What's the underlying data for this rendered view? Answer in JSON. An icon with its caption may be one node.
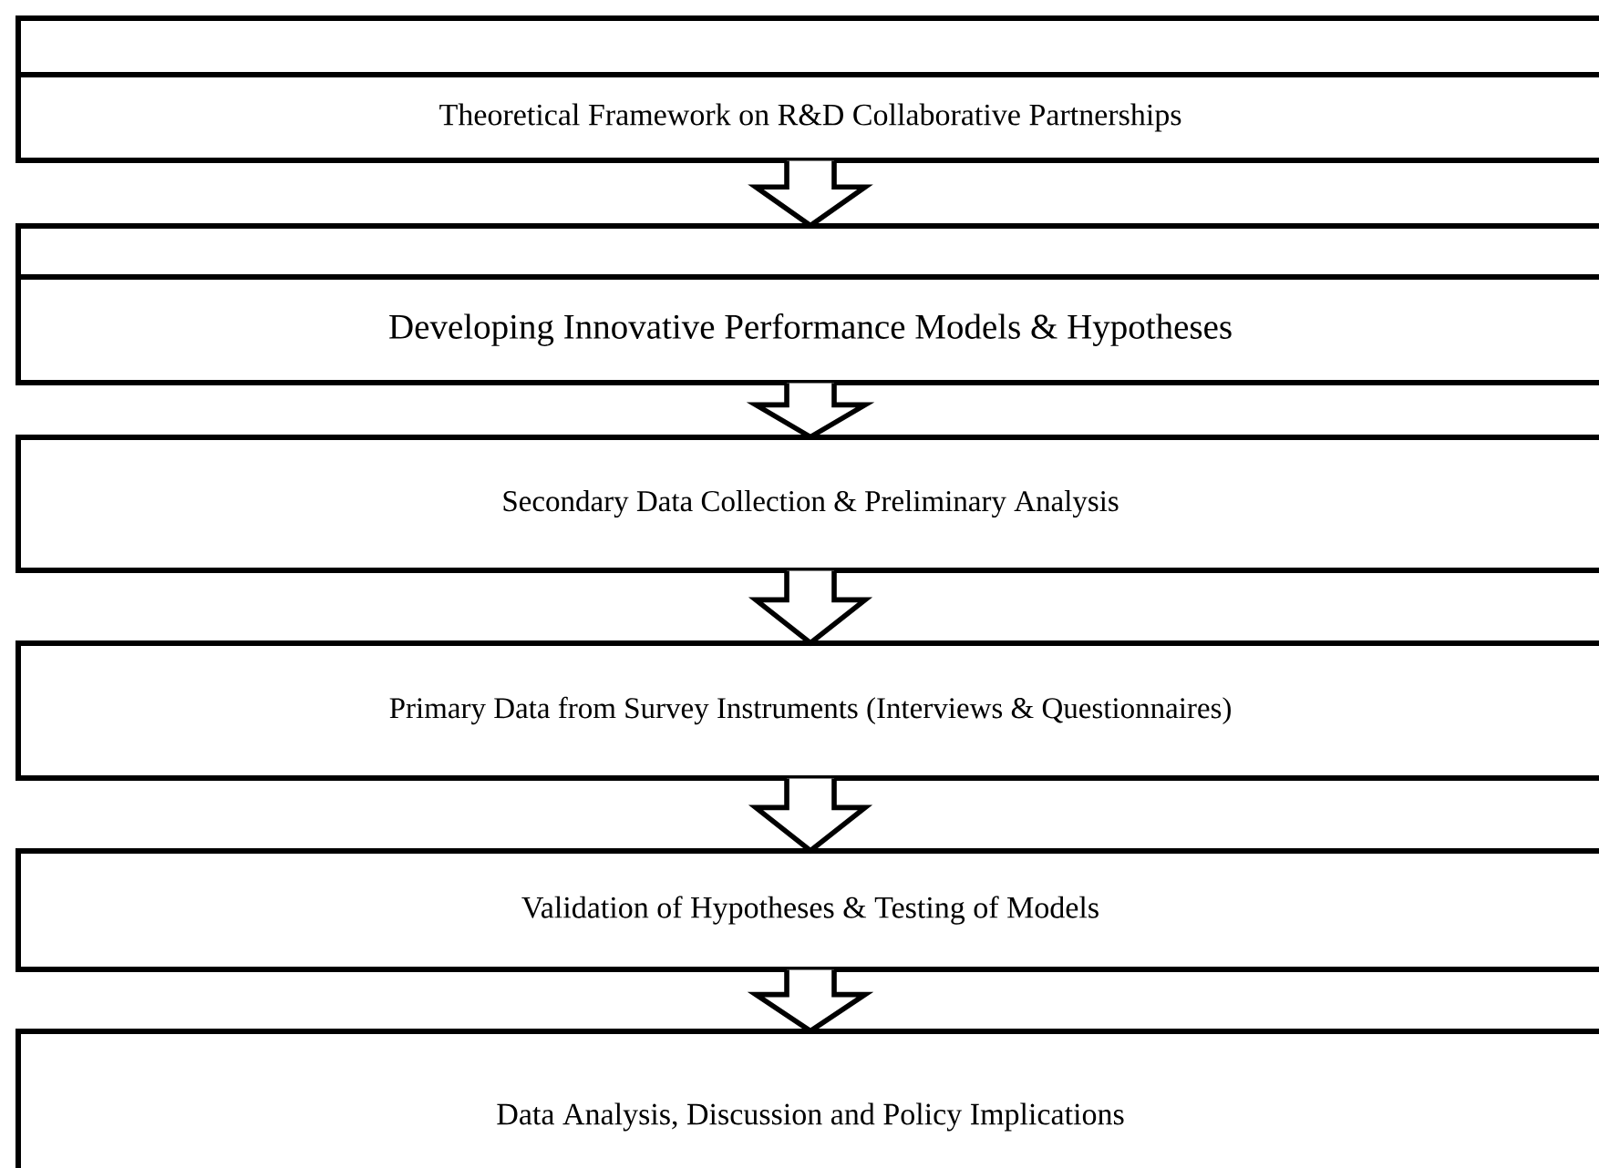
{
  "diagram": {
    "nodes": [
      {
        "text": [
          "Theoretical Framework on R&D Collaborative Partnerships"
        ]
      },
      {
        "text": [
          "Developing Innovative Performance Models & Hypotheses"
        ]
      },
      {
        "text": [
          "Secondary Data Collection & Preliminary Analysis"
        ]
      },
      {
        "text": [
          "Primary Data from Survey Instruments (Interviews & Questionnaires)"
        ]
      },
      {
        "text": [
          "Validation of Hypotheses & Testing of Models"
        ]
      },
      {
        "text": [
          "Data Analysis, Discussion and Policy Implications"
        ]
      }
    ],
    "edges": [
      {
        "from": 0,
        "to": 1,
        "arrow": "to"
      },
      {
        "from": 1,
        "to": 2,
        "arrow": "to"
      },
      {
        "from": 2,
        "to": 3,
        "arrow": "to"
      },
      {
        "from": 3,
        "to": 4,
        "arrow": "to"
      },
      {
        "from": 4,
        "to": 5,
        "arrow": "to"
      }
    ]
  }
}
